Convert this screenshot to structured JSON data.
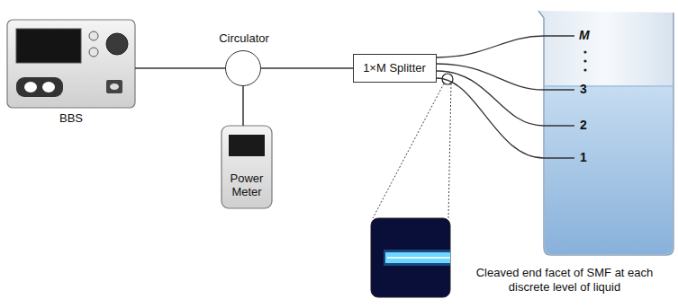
{
  "diagram": {
    "nodes": [
      {
        "text": [
          "BBS"
        ]
      },
      {
        "text": [
          "Circulator"
        ]
      },
      {
        "text": [
          "Power Meter"
        ]
      },
      {
        "text": [
          "1×M Splitter"
        ]
      }
    ],
    "edges": [
      {
        "from": 0,
        "to": 1,
        "arrow": "none"
      },
      {
        "from": 1,
        "to": 2,
        "arrow": "none"
      },
      {
        "from": 1,
        "to": 3,
        "arrow": "none"
      }
    ],
    "labels": [
      "M",
      "3",
      "2",
      "1",
      "Cleaved end facet of SMF at each discrete level of liquid"
    ]
  }
}
